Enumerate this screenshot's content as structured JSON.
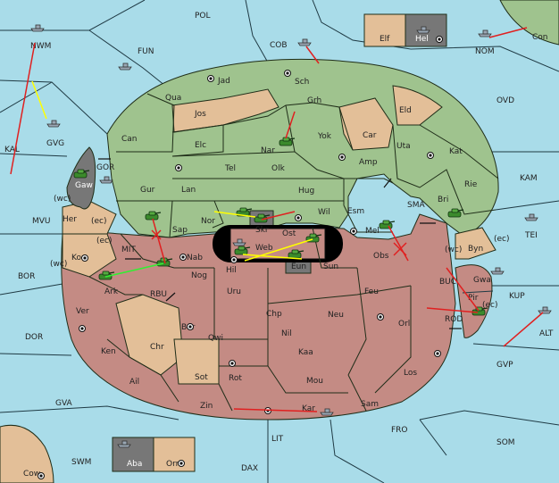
{
  "colors": {
    "sea": "#a9dce9",
    "green_power": "#9fc38e",
    "red_power": "#c48b84",
    "neutral_land": "#e3bf98",
    "impassable": "#777777",
    "yellow_move": "#ffff00",
    "red_move": "#e02020",
    "green_move": "#33ee33"
  },
  "sea_labels": {
    "pol": "POL",
    "fun": "FUN",
    "cob": "COB",
    "nom": "NOM",
    "ovd": "OVD",
    "kal": "KAL",
    "kam": "KAM",
    "gor": "GOR",
    "mvu": "MVU",
    "wc1": "(wc)",
    "ec1": "(ec)",
    "sma": "SMA",
    "tei": "TEI",
    "mit": "MIT",
    "ec2": "(ec)",
    "wc2": "(wc)",
    "bor": "BOR",
    "rbu": "RBU",
    "buc": "BUC",
    "kup": "KUP",
    "wc3": "(wc)",
    "ec3": "(ec)",
    "ec4": "(ec)",
    "dor": "DOR",
    "rod": "ROD",
    "alt": "ALT",
    "gvp": "GVP",
    "gva": "GVA",
    "lit": "LIT",
    "fro": "FRO",
    "som": "SOM",
    "swm": "SWM",
    "dax": "DAX"
  },
  "land_labels": {
    "nwm": "NWM",
    "gvg": "GVG",
    "elf": "Elf",
    "hel": "Hel",
    "con": "Con",
    "jad": "Jad",
    "sch": "Sch",
    "qua": "Qua",
    "jos": "Jos",
    "grh": "Grh",
    "eld": "Eld",
    "can": "Can",
    "elc": "Elc",
    "nar": "Nar",
    "yok": "Yok",
    "car": "Car",
    "uta": "Uta",
    "kat": "Kat",
    "tel": "Tel",
    "olk": "Olk",
    "amp": "Amp",
    "gaw": "Gaw",
    "gur": "Gur",
    "lan": "Lan",
    "hug": "Hug",
    "rie": "Rie",
    "bri": "Bri",
    "her": "Her",
    "nor": "Nor",
    "skr": "Skr",
    "wil": "Wil",
    "esm": "Esm",
    "sap": "Sap",
    "ost": "Ost",
    "mel": "Mel",
    "byn": "Byn",
    "kor": "Kor",
    "nab": "Nab",
    "web": "Web",
    "obs": "Obs",
    "hil": "Hil",
    "eun": "Eun",
    "sun": "Sun",
    "gwa": "Gwa",
    "ark": "Ark",
    "nog": "Nog",
    "uru": "Uru",
    "feu": "Feu",
    "pir": "Pir",
    "ver": "Ver",
    "chp": "Chp",
    "neu": "Neu",
    "orl": "Orl",
    "bar": "Bar",
    "qwi": "Qwi",
    "nil": "Nil",
    "ken": "Ken",
    "chr": "Chr",
    "kaa": "Kaa",
    "sot": "Sot",
    "rot": "Rot",
    "los": "Los",
    "ail": "Ail",
    "mou": "Mou",
    "zin": "Zin",
    "kar": "Kar",
    "sam": "Sam",
    "aba": "Aba",
    "orn": "Orn",
    "cow": "Cow"
  }
}
